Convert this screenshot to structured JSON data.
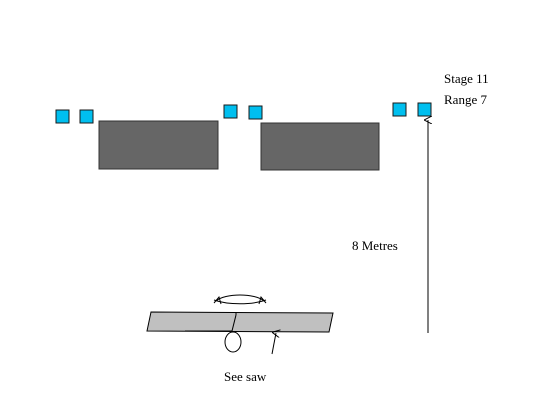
{
  "title": {
    "line1": "Stage 11",
    "line2": "Range 7"
  },
  "distance_label": "8 Metres",
  "seesaw_label": "See saw",
  "colors": {
    "target": "#00bfef",
    "barricade": "#666666",
    "line": "#000000"
  }
}
